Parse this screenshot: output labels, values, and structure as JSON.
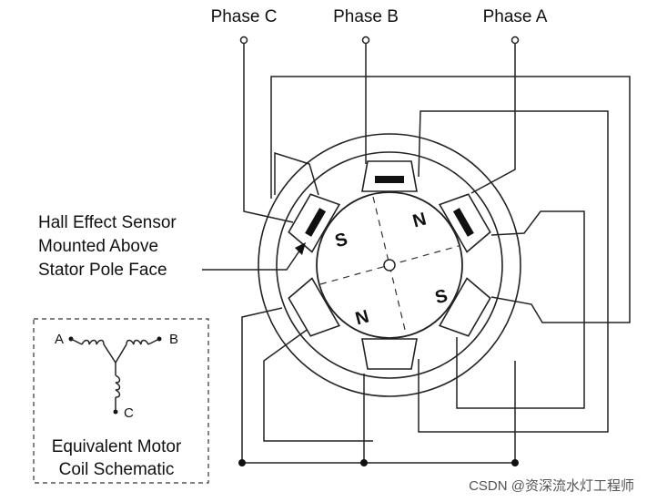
{
  "phases": {
    "c": "Phase C",
    "b": "Phase B",
    "a": "Phase A"
  },
  "hall_sensor": {
    "line1": "Hall Effect Sensor",
    "line2": "Mounted Above",
    "line3": "Stator Pole Face"
  },
  "rotor_poles": {
    "s_left": "S",
    "n_top": "N",
    "s_right": "S",
    "n_bottom": "N"
  },
  "schematic": {
    "a": "A",
    "b": "B",
    "c": "C",
    "title_line1": "Equivalent Motor",
    "title_line2": "Coil Schematic"
  },
  "watermark": "CSDN @资深流水灯工程师"
}
